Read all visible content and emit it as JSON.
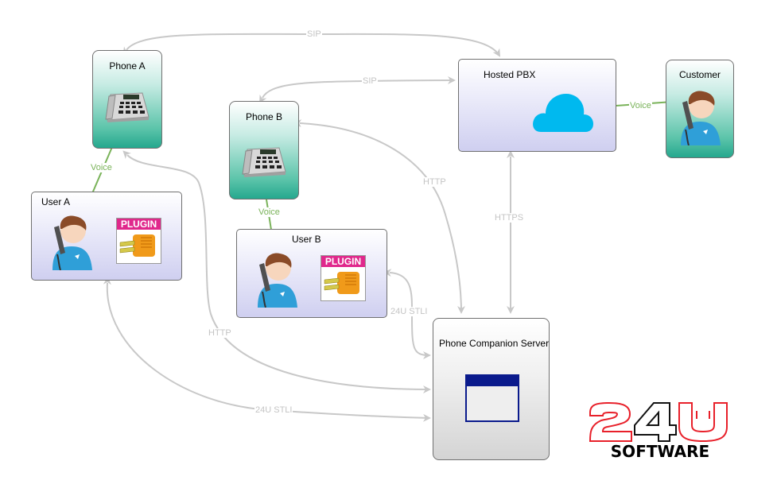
{
  "diagram": {
    "nodes": {
      "phone_a": {
        "title": "Phone A"
      },
      "phone_b": {
        "title": "Phone B"
      },
      "user_a": {
        "title": "User A",
        "plugin_label": "PLUGIN"
      },
      "user_b": {
        "title": "User B",
        "plugin_label": "PLUGIN"
      },
      "hosted_pbx": {
        "title": "Hosted PBX"
      },
      "customer": {
        "title": "Customer"
      },
      "server": {
        "title": "Phone Companion Server"
      }
    },
    "edges": {
      "sip_phone_a": "SIP",
      "sip_phone_b": "SIP",
      "voice_a": "Voice",
      "voice_b": "Voice",
      "voice_customer": "Voice",
      "http_phone_b": "HTTP",
      "https_pbx": "HTTPS",
      "stli_user_b": "24U STLI",
      "http_phone_a": "HTTP",
      "stli_user_a": "24U STLI"
    },
    "colors": {
      "connector": "#c8c8c8",
      "voice": "#7ab35a",
      "cloud": "#00b9ef",
      "window_frame": "#0a1a8c",
      "plugin_header": "#e0288c",
      "logo_red": "#e8202a"
    },
    "logo": {
      "top": "24U",
      "bottom": "SOFTWARE"
    }
  }
}
